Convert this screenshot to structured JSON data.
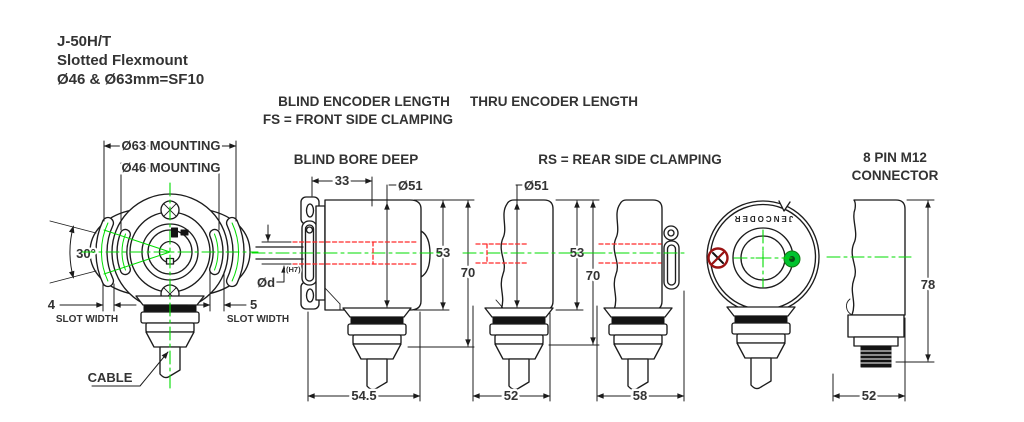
{
  "title": {
    "line1": "J-50H/T",
    "line2": "Slotted Flexmount",
    "line3": "Ø46 & Ø63mm=SF10"
  },
  "headers": {
    "blind_encoder": "BLIND ENCODER LENGTH",
    "fs_clamping": "FS = FRONT SIDE CLAMPING",
    "thru_encoder": "THRU ENCODER LENGTH",
    "blind_bore": "BLIND BORE DEEP",
    "rs_clamping": "RS = REAR SIDE CLAMPING",
    "connector_line1": "8 PIN M12",
    "connector_line2": "CONNECTOR"
  },
  "front_view": {
    "mounting_outer": "Ø63 MOUNTING",
    "mounting_inner": "Ø46 MOUNTING",
    "angle": "30°",
    "slot_width_left": "4",
    "slot_width_right": "5",
    "slot_width_label": "SLOT WIDTH",
    "cable": "CABLE"
  },
  "blind_view": {
    "bore_depth": "33",
    "body_dia": "Ø51",
    "body_height": "53",
    "total_height": "70",
    "length": "54.5",
    "shaft_dia": "Ød",
    "fit": "(H7)"
  },
  "thru_view": {
    "body_dia": "Ø51",
    "body_height": "53",
    "total_height": "70",
    "length": "52"
  },
  "rs_view": {
    "length": "58"
  },
  "rear_view": {
    "brand": "JENCODER"
  },
  "m12_view": {
    "height": "78",
    "length": "52"
  },
  "colors": {
    "line": "#1c1c1c",
    "centerline": "#00dc00",
    "bore": "#ff2a2a",
    "text": "#333333",
    "prohibited_icon": "#9b1313",
    "indicator_green": "#00c32e"
  }
}
